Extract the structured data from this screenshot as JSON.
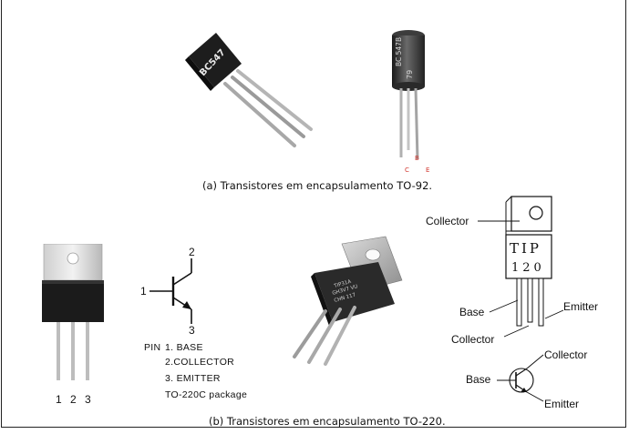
{
  "captions": {
    "a": "(a)  Transistores em encapsulamento TO-92.",
    "b": "(b)  Transistores em encapsulamento TO-220."
  },
  "to92_left": {
    "marking": "BC547"
  },
  "to92_right": {
    "marking_line1": "BC 547B",
    "marking_line2": "79",
    "pin_labels": [
      "C",
      "B",
      "E"
    ]
  },
  "to220_photo": {
    "pin_numbers": [
      "1",
      "2",
      "3"
    ]
  },
  "schematic": {
    "pin1": "1",
    "pin2": "2",
    "pin3": "3",
    "pin_list_title": "PIN",
    "pin_list": [
      "1. BASE",
      "2.COLLECTOR",
      "3. EMITTER"
    ],
    "package": "TO-220C package"
  },
  "tip_drawing": {
    "collector_top": "Collector",
    "marking_line1": "TIP",
    "marking_line2": "120",
    "base": "Base",
    "emitter": "Emitter",
    "collector_bottom": "Collector",
    "symbol_collector": "Collector",
    "symbol_base": "Base",
    "symbol_emitter": "Emitter"
  },
  "colors": {
    "pin_label_red": "#d0342c"
  }
}
